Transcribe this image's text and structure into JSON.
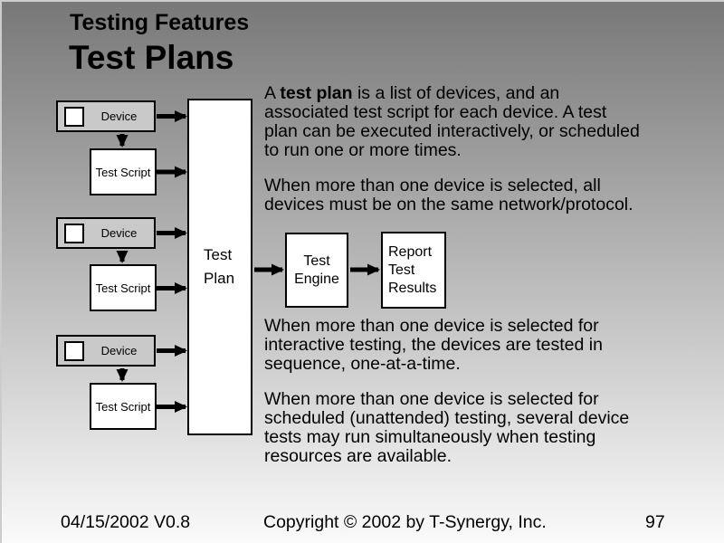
{
  "slide": {
    "kicker": "Testing Features",
    "title": "Test Plans"
  },
  "diagram": {
    "groups": [
      {
        "device_label": "Device",
        "script_label": "Test Script"
      },
      {
        "device_label": "Device",
        "script_label": "Test Script"
      },
      {
        "device_label": "Device",
        "script_label": "Test Script"
      }
    ],
    "plan_label": "Test Plan",
    "engine_label": "Test Engine",
    "report_label": "Report Test Results"
  },
  "body_text": {
    "p1": {
      "l1a": "A ",
      "l1b": "test plan",
      "l1c": " is a list of devices, and an",
      "l2": "associated test script for each device. A test",
      "l3": "plan can be executed interactively, or scheduled",
      "l4": "to run one or more times."
    },
    "p2": {
      "l1": "When more than one device is selected, all",
      "l2": "devices must be on the same network/protocol."
    },
    "p3": {
      "l1": "When more than one device is selected for",
      "l2": "interactive testing, the devices are tested in",
      "l3": "sequence, one-at-a-time."
    },
    "p4": {
      "l1": "When more than one device is selected for",
      "l2": "scheduled (unattended) testing, several device",
      "l3": "tests may run simultaneously when testing",
      "l4": "resources are available."
    }
  },
  "footer": {
    "date_version": "04/15/2002 V0.8",
    "copyright": "Copyright © 2002 by T-Synergy, Inc.",
    "page_number": "97"
  },
  "colors": {
    "background_top": "#787878",
    "background_bottom": "#fafafa",
    "device_box_fill": "#c9c9c9",
    "white_box_fill": "#ffffff",
    "box_border": "#000000",
    "text": "#000000"
  }
}
